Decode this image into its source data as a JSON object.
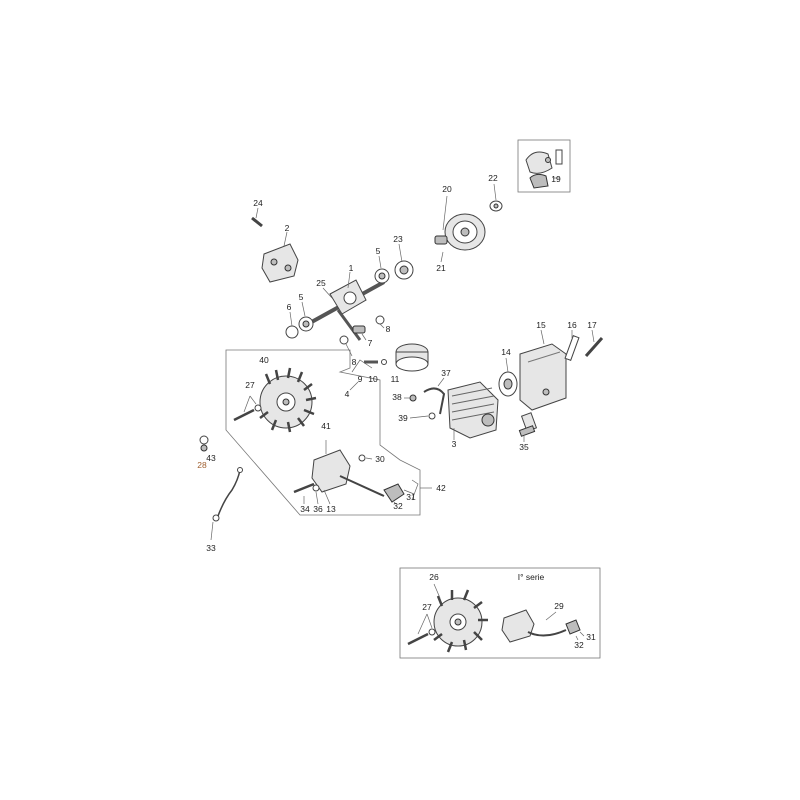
{
  "diagram": {
    "callouts": {
      "c1": "1",
      "c2": "2",
      "c3": "3",
      "c4": "4",
      "c5a": "5",
      "c5b": "5",
      "c6": "6",
      "c7": "7",
      "c8a": "8",
      "c8b": "8",
      "c9": "9",
      "c10": "10",
      "c11": "11",
      "c13": "13",
      "c14": "14",
      "c15": "15",
      "c16": "16",
      "c17": "17",
      "c19": "19",
      "c20": "20",
      "c21": "21",
      "c22": "22",
      "c23": "23",
      "c24": "24",
      "c25": "25",
      "c26": "26",
      "c27a": "27",
      "c27b": "27",
      "c28": "28",
      "c29": "29",
      "c30": "30",
      "c31a": "31",
      "c31b": "31",
      "c32a": "32",
      "c32b": "32",
      "c33": "33",
      "c34": "34",
      "c35": "35",
      "c36": "36",
      "c37": "37",
      "c38": "38",
      "c39": "39",
      "c40": "40",
      "c41": "41",
      "c42": "42",
      "c43": "43"
    },
    "series_note": "I° serie"
  }
}
